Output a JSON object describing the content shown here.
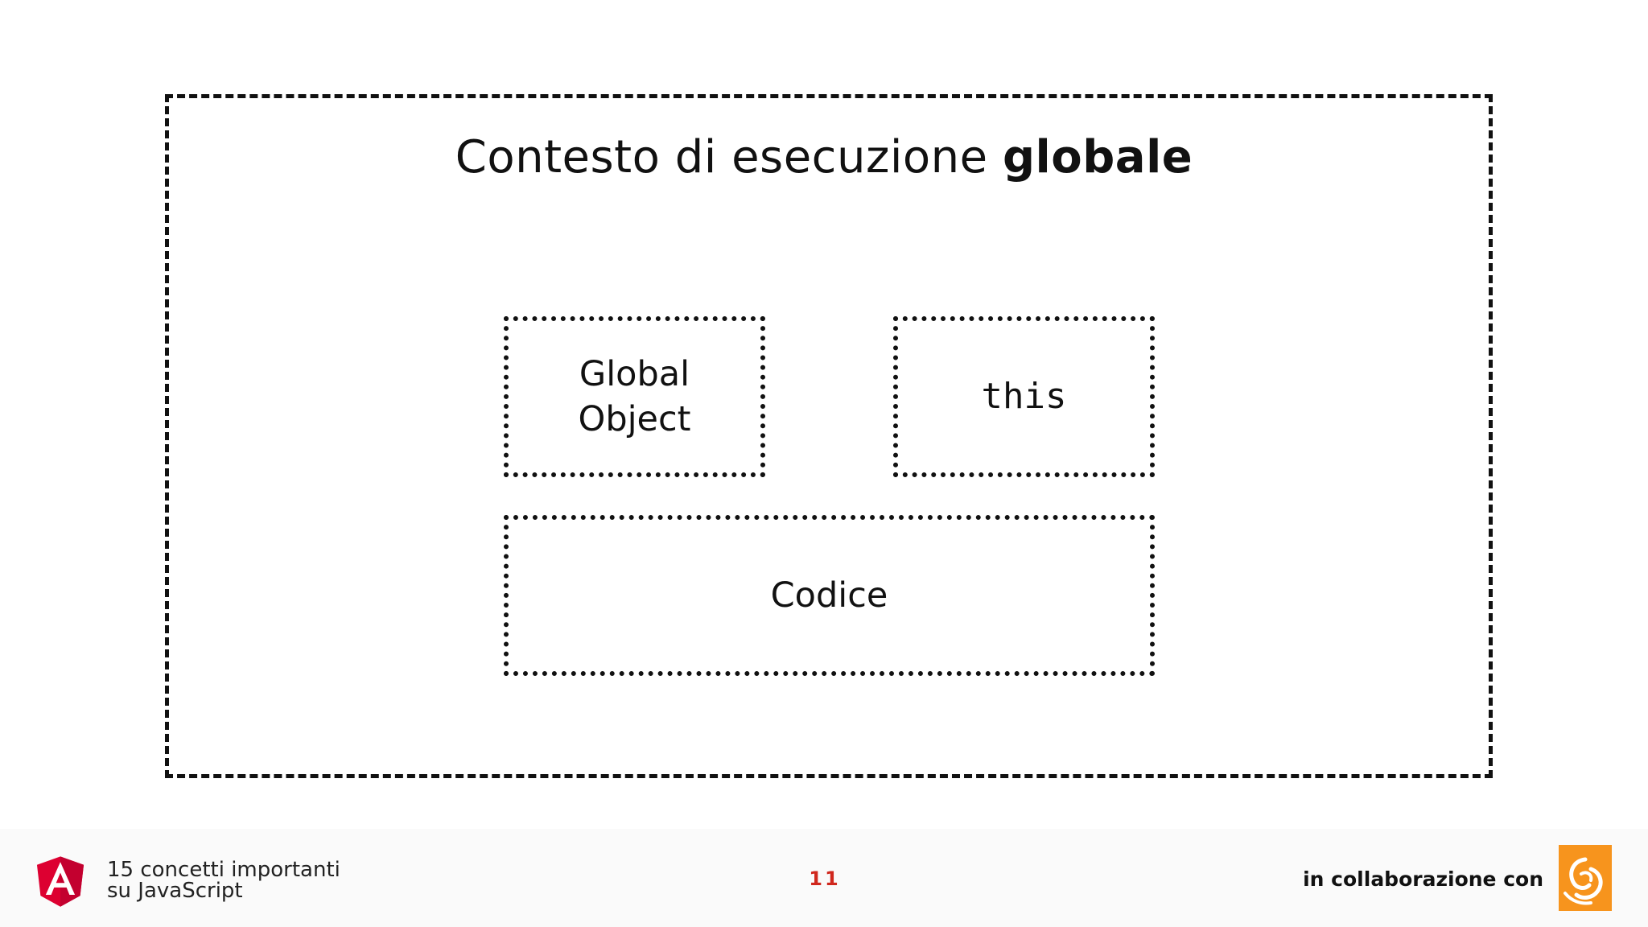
{
  "diagram": {
    "title_regular": "Contesto di esecuzione ",
    "title_bold": "globale",
    "boxes": [
      {
        "label_line1": "Global",
        "label_line2": "Object"
      },
      {
        "label": "this"
      },
      {
        "label": "Codice"
      }
    ]
  },
  "footer": {
    "course_line1": "15 concetti importanti",
    "course_line2": "su JavaScript",
    "page_number": "11",
    "collaboration": "in collaborazione con"
  },
  "colors": {
    "page_number": "#d0271d",
    "angular_red": "#dd0031",
    "angular_dark_red": "#c3002f",
    "partner_orange": "#f7941d"
  },
  "icons": {
    "course_logo": "angular-shield-icon",
    "partner_logo": "orange-swirl-icon"
  }
}
